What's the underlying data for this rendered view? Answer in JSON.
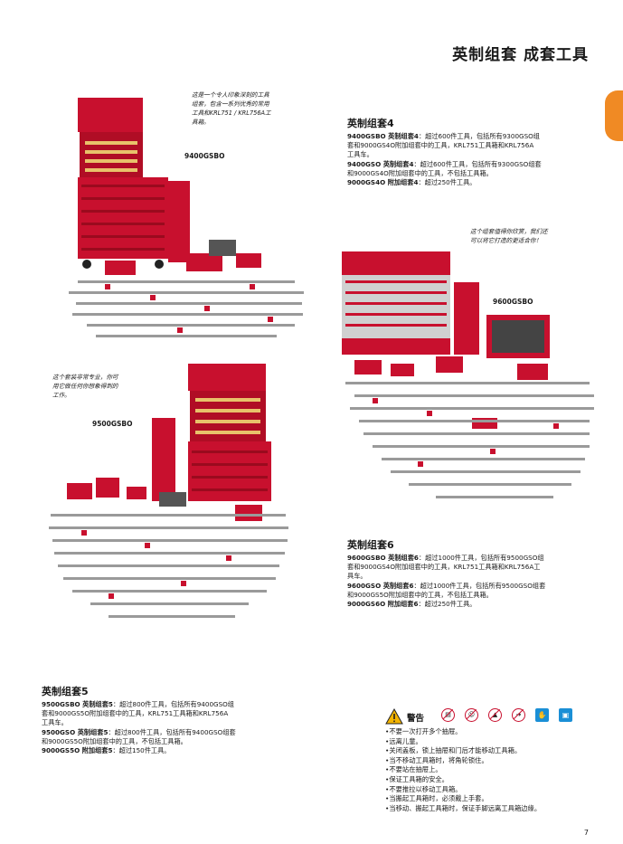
{
  "header": {
    "title": "英制组套 成套工具"
  },
  "page_number": "7",
  "set4": {
    "caption": [
      "这是一个令人印象深刻的工具",
      "组套，包含一系列优秀的常用",
      "工具和KRL751 / KRL756A工",
      "具箱。"
    ],
    "model_label": "9400GSBO",
    "heading": "英制组套4",
    "lines": [
      {
        "bold": "9400GSBO 英制组套4",
        "text": "：超过600件工具，包括所有9300GSO组"
      },
      {
        "bold": "",
        "text": "套和9000GS4O附加组套中的工具，KRL751工具箱和KRL756A"
      },
      {
        "bold": "",
        "text": "工具车。"
      },
      {
        "bold": "9400GSO 英制组套4",
        "text": "：超过600件工具，包括所有9300GSO组套"
      },
      {
        "bold": "",
        "text": "和9000GS4O附加组套中的工具，不包括工具箱。"
      },
      {
        "bold": "9000GS4O 附加组套4",
        "text": "：超过250件工具。"
      }
    ]
  },
  "set6": {
    "caption": [
      "这个组套值得你欣赏，我们还",
      "可以将它打造的更适合你！"
    ],
    "model_label": "9600GSBO",
    "heading": "英制组套6",
    "lines": [
      {
        "bold": "9600GSBO 英制组套6",
        "text": "：超过1000件工具，包括所有9500GSO组"
      },
      {
        "bold": "",
        "text": "套和9000GS4O附加组套中的工具，KRL751工具箱和KRL756A工"
      },
      {
        "bold": "",
        "text": "具车。"
      },
      {
        "bold": "9600GSO 英制组套6",
        "text": "：超过1000件工具，包括所有9500GSO组套"
      },
      {
        "bold": "",
        "text": "和9000GS5O附加组套中的工具，不包括工具箱。"
      },
      {
        "bold": "9000GS6O 附加组套6",
        "text": "：超过250件工具。"
      }
    ]
  },
  "set5": {
    "caption": [
      "这个套装非常专业，你可",
      "用它做任何你想象得到的",
      "工作。"
    ],
    "model_label": "9500GSBO",
    "heading": "英制组套5",
    "lines": [
      {
        "bold": "9500GSBO 英制组套5",
        "text": "：超过800件工具，包括所有9400GSO组"
      },
      {
        "bold": "",
        "text": "套和9000GS5O附加组套中的工具，KRL751工具箱和KRL756A"
      },
      {
        "bold": "",
        "text": "工具车。"
      },
      {
        "bold": "9500GSO 英制组套5",
        "text": "：超过800件工具，包括所有9400GSO组套"
      },
      {
        "bold": "",
        "text": "和9000GS5O附加组套中的工具，不包括工具箱。"
      },
      {
        "bold": "9000GS5O 附加组套5",
        "text": "：超过150件工具。"
      }
    ]
  },
  "warning": {
    "title": "警告",
    "items": [
      "不要一次打开多个抽屉。",
      "远离儿童。",
      "关闭盖板，锁上抽屉和门后才能移动工具箱。",
      "当不移动工具箱时，将角轮锁住。",
      "不要站在抽屉上。",
      "保证工具箱的安全。",
      "不要推拉以移动工具箱。",
      "当搬起工具箱时，必须戴上手套。",
      "当移动、搬起工具箱时，保证手脚远离工具箱边缘。"
    ]
  },
  "colors": {
    "accent": "#f08a24",
    "toolbox_red": "#c8102e",
    "info_blue": "#1a8fd6"
  }
}
